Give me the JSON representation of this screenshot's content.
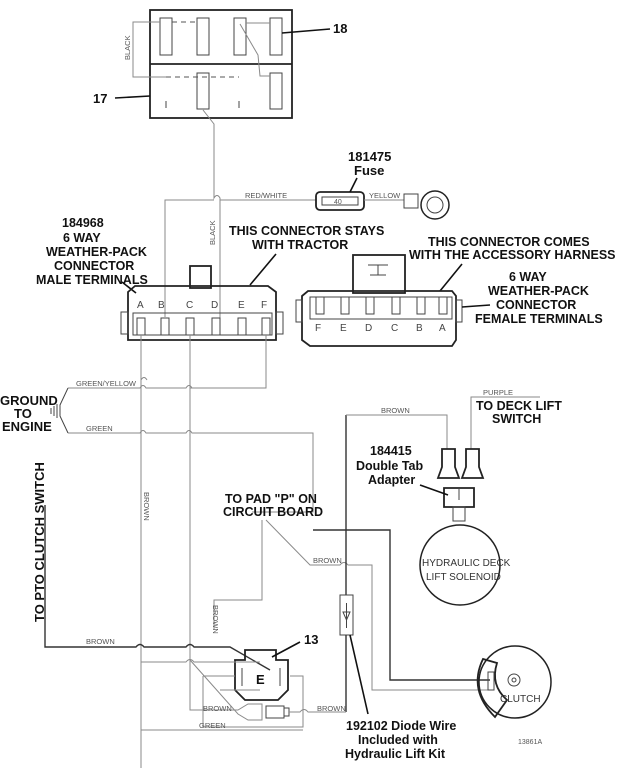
{
  "diagram": {
    "callouts": {
      "relay_top": "18",
      "relay_bottom": "17",
      "switch": "13"
    },
    "fuse": {
      "part_number": "181475",
      "label": "Fuse",
      "rating": "40"
    },
    "male_connector": {
      "line1": "184968",
      "line2": "6 WAY",
      "line3": "WEATHER-PACK",
      "line4": "CONNECTOR",
      "line5": "MALE TERMINALS",
      "pins": [
        "A",
        "B",
        "C",
        "D",
        "E",
        "F"
      ]
    },
    "female_connector": {
      "line1": "6 WAY",
      "line2": "WEATHER-PACK",
      "line3": "CONNECTOR",
      "line4": "FEMALE TERMINALS",
      "pins": [
        "F",
        "E",
        "D",
        "C",
        "B",
        "A"
      ]
    },
    "notes": {
      "stays_line1": "THIS CONNECTOR STAYS",
      "stays_line2": "WITH TRACTOR",
      "comes_line1": "THIS CONNECTOR COMES",
      "comes_line2": "WITH THE ACCESSORY HARNESS",
      "ground_line1": "GROUND",
      "ground_line2": "TO",
      "ground_line3": "ENGINE",
      "pto": "TO PTO CLUTCH SWITCH",
      "pad_line1": "TO PAD \"P\" ON",
      "pad_line2": "CIRCUIT BOARD",
      "deck_line1": "TO DECK LIFT",
      "deck_line2": "SWITCH",
      "adapter_line1": "184415",
      "adapter_line2": "Double Tab",
      "adapter_line3": "Adapter",
      "diode_line1": "192102 Diode Wire",
      "diode_line2": "Included with",
      "diode_line3": "Hydraulic Lift Kit",
      "solenoid_line1": "HYDRAULIC DECK",
      "solenoid_line2": "LIFT SOLENOID",
      "clutch": "CLUTCH",
      "figure_id": "13861A"
    },
    "wires": {
      "black_top": "BLACK",
      "black_mid": "BLACK",
      "red_white": "RED/WHITE",
      "yellow": "YELLOW",
      "green_yellow": "GREEN/YELLOW",
      "green": "GREEN",
      "brown_vert": "BROWN",
      "brown_pto": "BROWN",
      "brown_top": "BROWN",
      "purple": "PURPLE",
      "brown_pad": "BROWN",
      "brown_sw": "BROWN",
      "brown_low_left": "BROWN",
      "green_low": "GREEN",
      "brown_low_right": "BROWN"
    }
  }
}
